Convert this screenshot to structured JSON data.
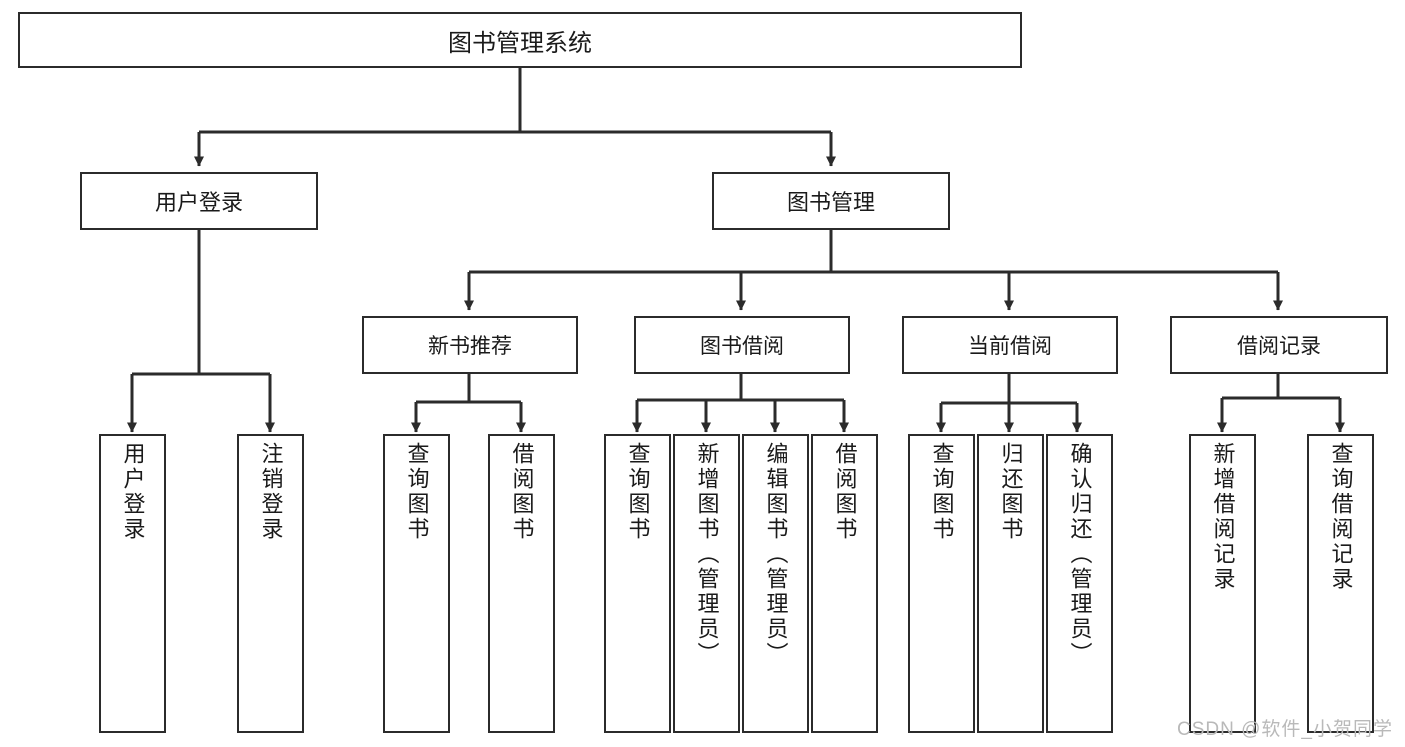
{
  "diagram": {
    "title": "图书管理系统",
    "type": "tree-hierarchy-chart",
    "watermark": "CSDN @软件_小贺同学",
    "colors": {
      "box_border": "#2b2b2b",
      "box_fill": "#ffffff",
      "connector": "#2b2b2b",
      "text": "#1a1a1a",
      "watermark": "#b9b9b9",
      "background": "#ffffff"
    },
    "root": {
      "id": "root",
      "label": "图书管理系统"
    },
    "level1": [
      {
        "id": "n-user-login",
        "label": "用户登录"
      },
      {
        "id": "n-book-mgmt",
        "label": "图书管理"
      }
    ],
    "level2": [
      {
        "id": "n-new-book-rec",
        "label": "新书推荐",
        "parent": "n-book-mgmt"
      },
      {
        "id": "n-book-borrow",
        "label": "图书借阅",
        "parent": "n-book-mgmt"
      },
      {
        "id": "n-current-borrow",
        "label": "当前借阅",
        "parent": "n-book-mgmt"
      },
      {
        "id": "n-borrow-record",
        "label": "借阅记录",
        "parent": "n-book-mgmt"
      }
    ],
    "leaves": [
      {
        "id": "leaf-user-login",
        "label": "用户登录",
        "parent": "n-user-login"
      },
      {
        "id": "leaf-user-logout",
        "label": "注销登录",
        "parent": "n-user-login"
      },
      {
        "id": "leaf-query-book-1",
        "label": "查询图书",
        "parent": "n-new-book-rec"
      },
      {
        "id": "leaf-borrow-book-1",
        "label": "借阅图书",
        "parent": "n-new-book-rec"
      },
      {
        "id": "leaf-query-book-2",
        "label": "查询图书",
        "parent": "n-book-borrow"
      },
      {
        "id": "leaf-add-book",
        "label": "新增图书（管理员）",
        "parent": "n-book-borrow"
      },
      {
        "id": "leaf-edit-book",
        "label": "编辑图书（管理员）",
        "parent": "n-book-borrow"
      },
      {
        "id": "leaf-borrow-book-2",
        "label": "借阅图书",
        "parent": "n-book-borrow"
      },
      {
        "id": "leaf-query-book-3",
        "label": "查询图书",
        "parent": "n-current-borrow"
      },
      {
        "id": "leaf-return-book",
        "label": "归还图书",
        "parent": "n-current-borrow"
      },
      {
        "id": "leaf-confirm-return",
        "label": "确认归还（管理员）",
        "parent": "n-current-borrow"
      },
      {
        "id": "leaf-add-record",
        "label": "新增借阅记录",
        "parent": "n-borrow-record"
      },
      {
        "id": "leaf-query-record",
        "label": "查询借阅记录",
        "parent": "n-borrow-record"
      }
    ]
  }
}
